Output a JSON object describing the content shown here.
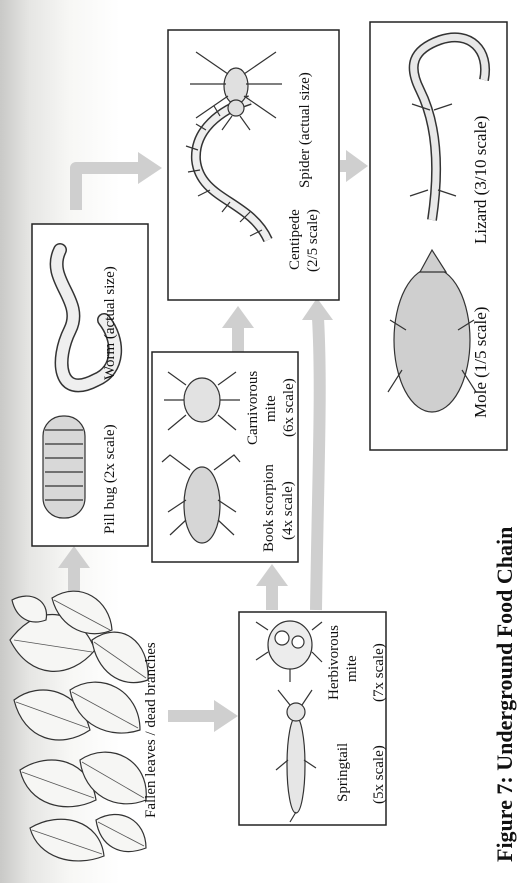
{
  "figure": {
    "title": "Figure 7: Underground Food Chain"
  },
  "source": {
    "label": "Fallen leaves / dead branches"
  },
  "groups": {
    "decomposers": {
      "organisms": [
        {
          "name": "Springtail",
          "scale": "(5x scale)"
        },
        {
          "name": "Herbivorous mite",
          "name_line1": "Herbivorous",
          "name_line2": "mite",
          "scale": "(7x scale)"
        }
      ]
    },
    "soil_feeders": {
      "organisms": [
        {
          "name": "Pill bug (2x scale)"
        },
        {
          "name": "Worm (actual size)"
        }
      ]
    },
    "small_predators": {
      "organisms": [
        {
          "name": "Book scorpion",
          "scale": "(4x scale)"
        },
        {
          "name": "Carnivorous mite",
          "name_line1": "Carnivorous",
          "name_line2": "mite",
          "scale": "(6x scale)"
        }
      ]
    },
    "mid_predators": {
      "organisms": [
        {
          "name": "Centipede",
          "scale": "(2/5 scale)"
        },
        {
          "name": "Spider (actual size)"
        }
      ]
    },
    "top_predators": {
      "organisms": [
        {
          "name": "Mole (1/5 scale)"
        },
        {
          "name": "Lizard (3/10 scale)"
        }
      ]
    }
  },
  "colors": {
    "arrow": "#cfcfcf",
    "box_border": "#222222",
    "ink": "#111111",
    "shading": "#c9c9c7"
  }
}
